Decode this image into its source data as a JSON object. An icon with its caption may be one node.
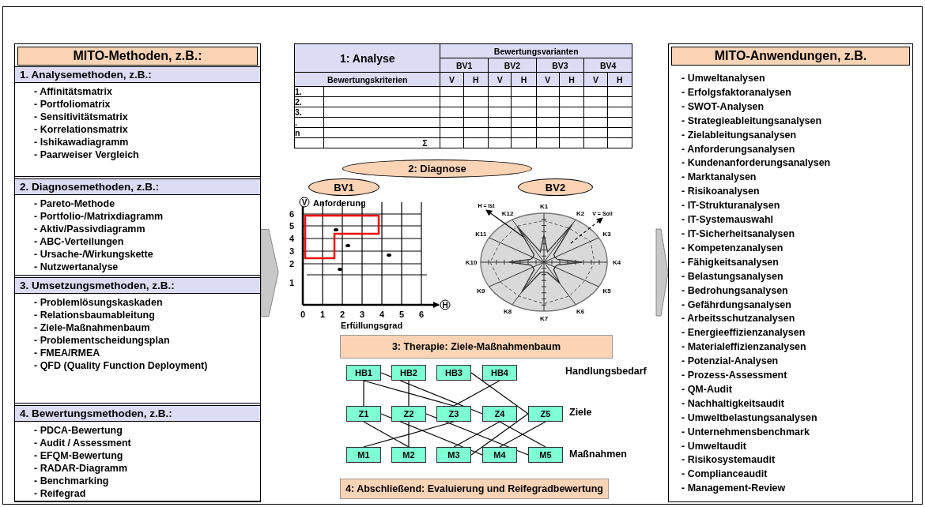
{
  "diagram": {
    "nodes": [
      {
        "text": [
          "MITO-Methoden, z.B.:"
        ]
      },
      {
        "text": [
          "1. Analysemethoden, z.B.:",
          "- Affinitätsmatrix",
          "- Portfoliomatrix",
          "- Sensitivitätsmatrix",
          "- Korrelationsmatrix",
          "- Ishikawadiagramm",
          "- Paarweiser Vergleich"
        ],
        "in": 0
      },
      {
        "text": [
          "2. Diagnosemethoden, z.B.:",
          "- Pareto-Methode",
          "- Portfolio-/Matrixdiagramm",
          "- Aktiv/Passivdiagramm",
          "- ABC-Verteilungen",
          "- Ursache-/Wirkungskette",
          "- Nutzwertanalyse"
        ],
        "in": 0
      },
      {
        "text": [
          "3. Umsetzungsmethoden, z.B.:",
          "- Problemlösungskaskaden",
          "- Relationsbaumableitung",
          "- Ziele-Maßnahmenbaum",
          "- Problementscheidungsplan",
          "- FMEA/RMEA",
          "- QFD (Quality Function Deployment)"
        ],
        "in": 0
      },
      {
        "text": [
          "4. Bewertungsmethoden, z.B.:",
          "- PDCA-Bewertung",
          "- Audit / Assessment",
          "- EFQM-Bewertung",
          "- RADAR-Diagramm",
          "- Benchmarking",
          "- Reifegrad"
        ],
        "in": 0
      },
      {
        "text": [
          "2: Diagnose"
        ]
      },
      {
        "text": [
          "BV1"
        ]
      },
      {
        "text": [
          "BV2"
        ]
      },
      {
        "text": [
          "3: Therapie: Ziele-Maßnahmenbaum"
        ]
      },
      {
        "text": [
          "HB1"
        ]
      },
      {
        "text": [
          "HB2"
        ]
      },
      {
        "text": [
          "HB3"
        ]
      },
      {
        "text": [
          "HB4"
        ]
      },
      {
        "text": [
          "Z1"
        ]
      },
      {
        "text": [
          "Z2"
        ]
      },
      {
        "text": [
          "Z3"
        ]
      },
      {
        "text": [
          "Z4"
        ]
      },
      {
        "text": [
          "Z5"
        ]
      },
      {
        "text": [
          "M1"
        ]
      },
      {
        "text": [
          "M2"
        ]
      },
      {
        "text": [
          "M3"
        ]
      },
      {
        "text": [
          "M4"
        ]
      },
      {
        "text": [
          "M5"
        ]
      },
      {
        "text": [
          "4: Abschließend: Evaluierung und Reifegradbewertung"
        ]
      },
      {
        "text": [
          "MITO-Anwendungen, z.B.",
          "- Umweltanalysen",
          "- Erfolgsfaktoranalysen",
          "- SWOT-Analysen",
          "- Strategieableitungsanalysen",
          "- Zielableitungsanalysen",
          "- Anforderungsanalysen",
          "- Kundenanforderungsanalysen",
          "- Marktanalysen",
          "- Risikoanalysen",
          "- IT-Strukturanalysen",
          "- IT-Systemauswahl",
          "- IT-Sicherheitsanalysen",
          "- Kompetenzanalysen",
          "- Fähigkeitsanalysen",
          "- Belastungsanalysen",
          "- Bedrohungsanalysen",
          "- Gefährdungsanalysen",
          "- Arbeitsschutzanalysen",
          "- Energieeffizienzanalysen",
          "- Materialeffizienzanalysen",
          "- Potenzial-Analysen",
          "- Prozess-Assessment",
          "- QM-Audit",
          "- Nachhaltigkeitsaudit",
          "- Umweltbelastungsanalysen",
          "- Unternehmensbenchmark",
          "- Umweltaudit",
          "- Risikosystemaudit",
          "- Complianceaudit",
          "- Management-Review"
        ]
      },
      {
        "text": [
          "H = Ist"
        ]
      },
      {
        "text": [
          "V = Soll"
        ]
      },
      {
        "text": [],
        "shape": "picture"
      }
    ],
    "edges": [
      {
        "from": 0,
        "to": null,
        "arrow": "to",
        "style": "thick"
      },
      {
        "from": null,
        "to": 24,
        "arrow": "to",
        "style": "thick"
      },
      {
        "from": 27,
        "to": 25,
        "arrow": "to"
      },
      {
        "from": 27,
        "to": 26,
        "arrow": "to",
        "style": "dashed"
      },
      {
        "from": 9,
        "to": 13,
        "arrow": "none"
      },
      {
        "from": 9,
        "to": 15,
        "arrow": "none"
      },
      {
        "from": 9,
        "to": 16,
        "arrow": "none"
      },
      {
        "from": 10,
        "to": 14,
        "arrow": "none"
      },
      {
        "from": 11,
        "to": 17,
        "arrow": "none"
      },
      {
        "from": 12,
        "to": 15,
        "arrow": "none"
      },
      {
        "from": 13,
        "to": 19,
        "arrow": "none"
      },
      {
        "from": 13,
        "to": 21,
        "arrow": "none"
      },
      {
        "from": 14,
        "to": 19,
        "arrow": "none"
      },
      {
        "from": 14,
        "to": 22,
        "arrow": "none"
      },
      {
        "from": 15,
        "to": 18,
        "arrow": "none"
      },
      {
        "from": 16,
        "to": 20,
        "arrow": "none"
      },
      {
        "from": 16,
        "to": 22,
        "arrow": "none"
      },
      {
        "from": 17,
        "to": 20,
        "arrow": "none"
      },
      {
        "from": 17,
        "to": 21,
        "arrow": "none"
      }
    ],
    "labels": [
      "1: Analyse",
      "Bewertungsvarianten",
      "BV1",
      "BV2",
      "BV3",
      "BV4",
      "Bewertungskriterien",
      "V",
      "H",
      "V",
      "H",
      "V",
      "H",
      "V",
      "H",
      "1.",
      "2.",
      "3.",
      ".",
      "n",
      "Σ",
      "V",
      "Anforderung",
      "6",
      "5",
      "4",
      "3",
      "2",
      "1",
      "0",
      "1",
      "2",
      "3",
      "4",
      "5",
      "6",
      "H",
      "Erfüllungsgrad",
      "K1",
      "K12",
      "K2",
      "K11",
      "K3",
      "K10",
      "K4",
      "K9",
      "K5",
      "K8",
      "K6",
      "K7",
      "Handlungsbedarf",
      "Ziele",
      "Maßnahmen"
    ]
  }
}
